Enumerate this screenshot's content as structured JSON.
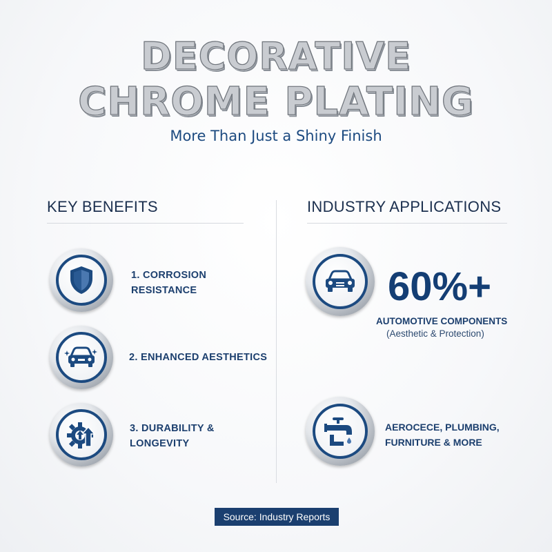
{
  "header": {
    "title_line1": "DECORATIVE",
    "title_line2": "CHROME PLATING",
    "subtitle": "More Than Just a Shiny Finish"
  },
  "benefits": {
    "heading": "KEY BENEFITS",
    "items": [
      {
        "line1": "1. CORROSION",
        "line2": "RESISTANCE",
        "icon": "shield-icon"
      },
      {
        "line1": "2. ENHANCED AESTHETICS",
        "line2": "",
        "icon": "car-sparkle-icon"
      },
      {
        "line1": "3. DURABILITY &",
        "line2": "LONGEVITY",
        "icon": "gear-arrow-icon"
      }
    ]
  },
  "applications": {
    "heading": "INDUSTRY APPLICATIONS",
    "stat_value": "60%+",
    "stat_label": "AUTOMOTIVE COMPONENTS",
    "stat_sub": "(Aesthetic & Protection)",
    "stat_icon": "car-icon",
    "other_line1": "AEROCECE, PLUMBING,",
    "other_line2": "FURNITURE & MORE",
    "other_icon": "faucet-icon"
  },
  "footer": {
    "source": "Source: Industry Reports"
  },
  "colors": {
    "navy": "#1c4a80",
    "source_bg": "#1b3f6f"
  }
}
